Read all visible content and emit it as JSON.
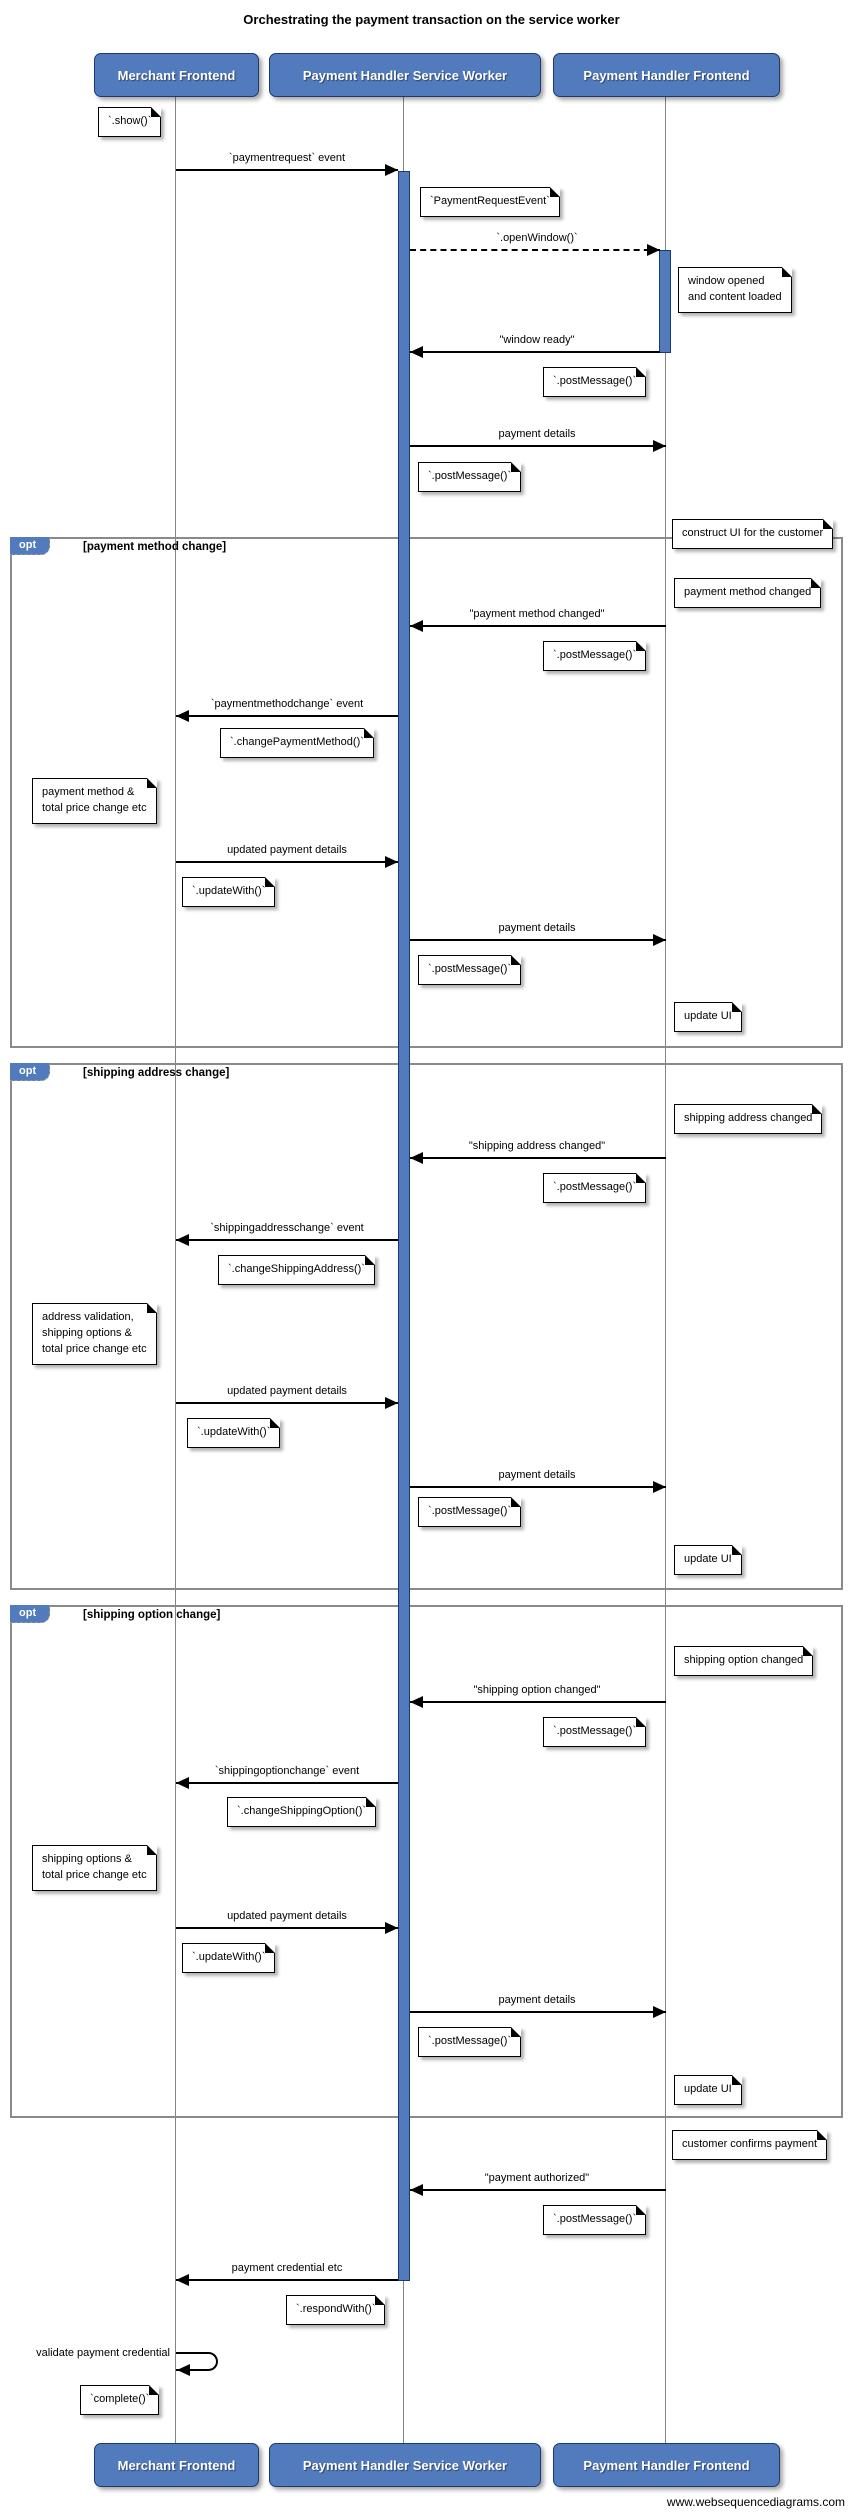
{
  "title": "Orchestrating the payment transaction on the service worker",
  "watermark": "www.websequencediagrams.com",
  "colors": {
    "participant_fill": "#527BBD",
    "participant_border": "#1c3a6e",
    "activation_fill": "#527BBD",
    "frame_border": "#8a8a8a",
    "note_background": "#ffffff",
    "line": "#000000",
    "lifeline": "#848484"
  },
  "participants": {
    "mf": "Merchant Frontend",
    "sw": "Payment Handler Service Worker",
    "phf": "Payment Handler Frontend"
  },
  "fragments": {
    "opt1": {
      "keyword": "opt",
      "condition": "[payment method change]"
    },
    "opt2": {
      "keyword": "opt",
      "condition": "[shipping address change]"
    },
    "opt3": {
      "keyword": "opt",
      "condition": "[shipping option change]"
    }
  },
  "messages": {
    "m1": "`paymentrequest` event",
    "m2": "`.openWindow()`",
    "m3": "\"window ready\"",
    "m4": "payment details",
    "m5": "\"payment method changed\"",
    "m6": "`paymentmethodchange` event",
    "m7": "updated payment details",
    "m8": "payment details",
    "m9": "\"shipping address changed\"",
    "m10": "`shippingaddresschange` event",
    "m11": "updated payment details",
    "m12": "payment details",
    "m13": "\"shipping option changed\"",
    "m14": "`shippingoptionchange` event",
    "m15": "updated payment details",
    "m16": "payment details",
    "m17": "\"payment authorized\"",
    "m18": "payment credential etc",
    "m19": "validate payment credential"
  },
  "notes": {
    "n1": "`.show()`",
    "n2": "`PaymentRequestEvent`",
    "n3": "window opened\nand content loaded",
    "n4": "`.postMessage()`",
    "n5": "`.postMessage()`",
    "n6": "construct UI for the customer",
    "n7": "payment method changed",
    "n8": "`.postMessage()`",
    "n9": "`.changePaymentMethod()`",
    "n10": "payment method &\ntotal price change etc",
    "n11": "`.updateWith()`",
    "n12": "`.postMessage()`",
    "n13": "update UI",
    "n14": "shipping address changed",
    "n15": "`.postMessage()`",
    "n16": "`.changeShippingAddress()`",
    "n17": "address validation,\nshipping options &\ntotal price change etc",
    "n18": "`.updateWith()`",
    "n19": "`.postMessage()`",
    "n20": "update UI",
    "n21": "shipping option changed",
    "n22": "`.postMessage()`",
    "n23": "`.changeShippingOption()`",
    "n24": "shipping options &\ntotal price change etc",
    "n25": "`.updateWith()`",
    "n26": "`.postMessage()`",
    "n27": "update UI",
    "n28": "customer confirms payment",
    "n29": "`.postMessage()`",
    "n30": "`.respondWith()`",
    "n31": "`complete()`"
  }
}
